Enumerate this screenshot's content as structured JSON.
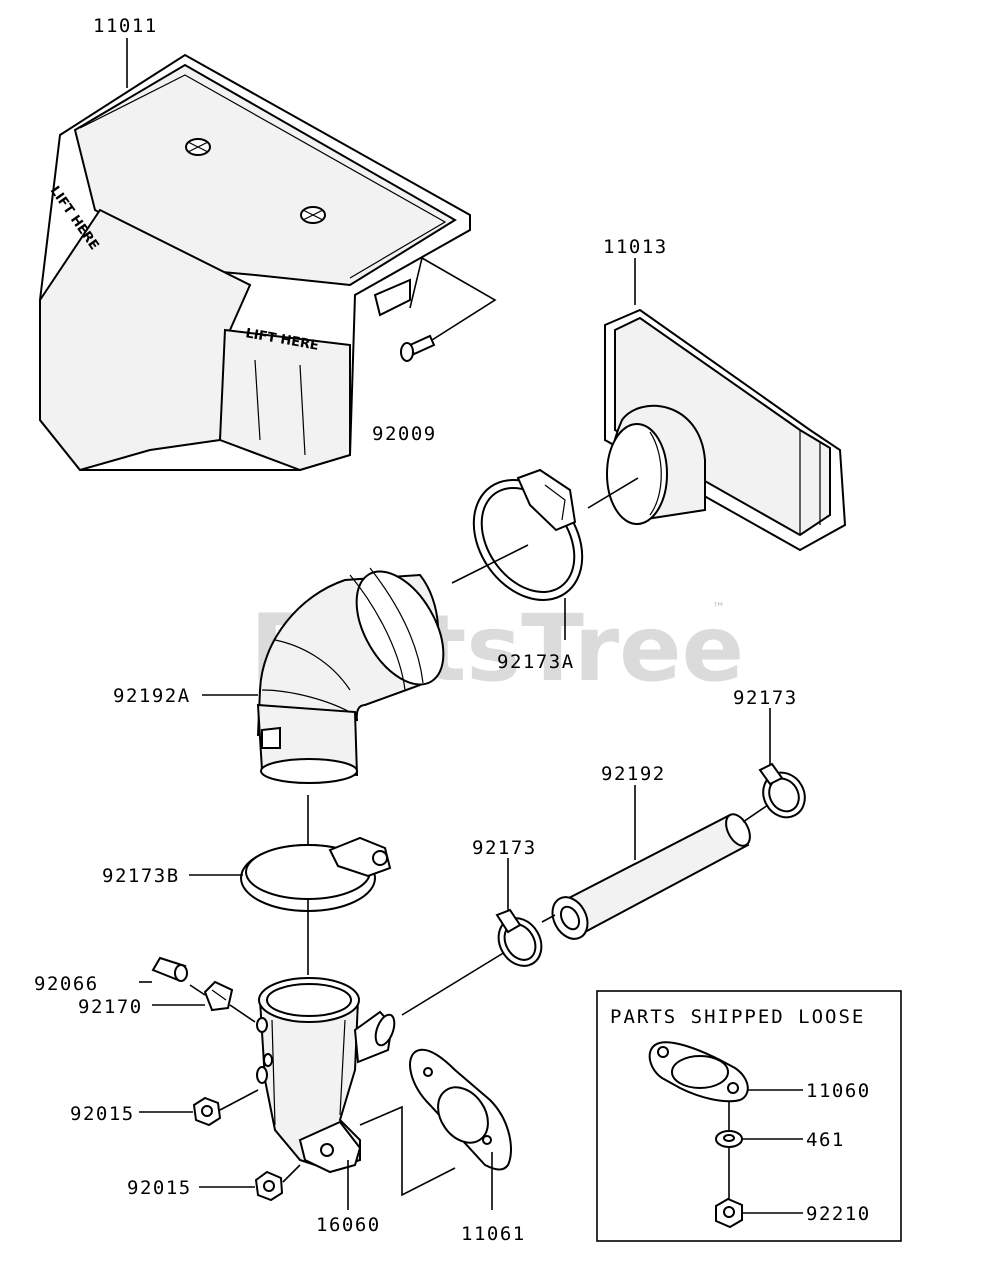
{
  "watermark": {
    "text": "PartsTree",
    "trademark": "™"
  },
  "embossed": {
    "lift_here_1": "LIFT HERE",
    "lift_here_2": "LIFT HERE"
  },
  "callouts": {
    "p11011": "11011",
    "p11013": "11013",
    "p92009": "92009",
    "p92173A": "92173A",
    "p92192A": "92192A",
    "p92173_top": "92173",
    "p92192": "92192",
    "p92173_mid": "92173",
    "p92173B": "92173B",
    "p92066": "92066",
    "p92170": "92170",
    "p92015_a": "92015",
    "p92015_b": "92015",
    "p16060": "16060",
    "p11061": "11061"
  },
  "loose_box": {
    "title": "PARTS SHIPPED LOOSE",
    "p11060": "11060",
    "p461": "461",
    "p92210": "92210"
  }
}
